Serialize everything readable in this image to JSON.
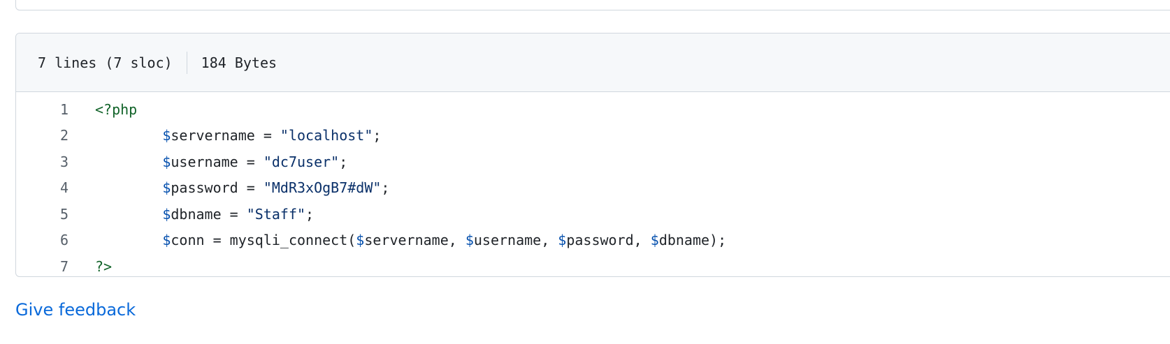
{
  "file_header": {
    "lines_info": "7 lines (7 sloc)",
    "size_info": "184 Bytes"
  },
  "code_lines": [
    {
      "number": "1",
      "indent": "",
      "text": "<?php"
    },
    {
      "number": "2",
      "indent": "        ",
      "text": "$servername = \"localhost\";"
    },
    {
      "number": "3",
      "indent": "        ",
      "text": "$username = \"dc7user\";"
    },
    {
      "number": "4",
      "indent": "        ",
      "text": "$password = \"MdR3xOgB7#dW\";"
    },
    {
      "number": "5",
      "indent": "        ",
      "text": "$dbname = \"Staff\";"
    },
    {
      "number": "6",
      "indent": "        ",
      "text": "$conn = mysqli_connect($servername, $username, $password, $dbname);"
    },
    {
      "number": "7",
      "indent": "",
      "text": "?>"
    }
  ],
  "footer": {
    "feedback_link": "Give feedback"
  },
  "colors": {
    "php_tag": "#116329",
    "variable_sigil": "#0550ae",
    "string": "#0a3069",
    "link": "#0969da",
    "line_number": "#57606a",
    "border": "#d0d7de",
    "header_bg": "#f6f8fa"
  }
}
